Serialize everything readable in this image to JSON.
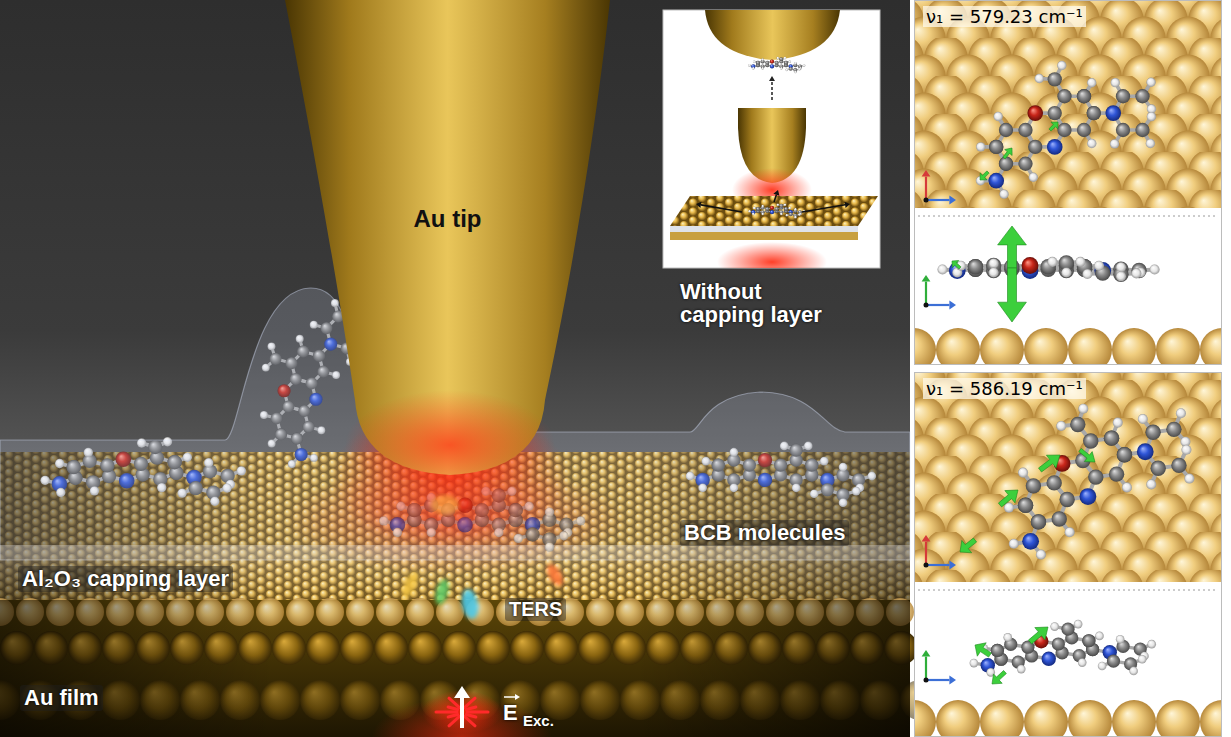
{
  "diagram": {
    "nodes": [
      {
        "text": [
          "Au tip"
        ]
      },
      {
        "text": [
          "Without capping layer"
        ]
      },
      {
        "text": [
          "ν₁ = 579.23 cm⁻¹"
        ]
      },
      {
        "text": [
          "ν₁ = 586.19 cm⁻¹"
        ]
      }
    ],
    "labels": [
      "BCB molecules",
      "Al₂O₃ capping layer",
      "TERS",
      "Au film",
      "E",
      "Exc."
    ]
  }
}
